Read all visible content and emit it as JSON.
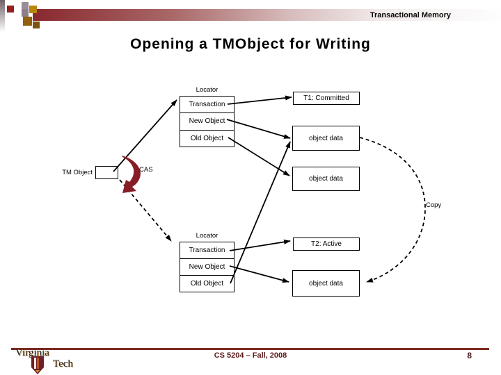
{
  "header": {
    "course_label": "Transactional Memory"
  },
  "title": "Opening a TMObject for Writing",
  "diagram": {
    "locator1": {
      "caption": "Locator",
      "rows": [
        "Transaction",
        "New Object",
        "Old Object"
      ]
    },
    "locator2": {
      "caption": "Locator",
      "rows": [
        "Transaction",
        "New Object",
        "Old Object"
      ]
    },
    "tm_object_label": "TM Object",
    "cas_label": "CAS",
    "copy_label": "Copy",
    "t1_box": "T1: Committed",
    "t2_box": "T2: Active",
    "object_data_1": "object data",
    "object_data_2": "object data",
    "object_data_3": "object data"
  },
  "footer": {
    "course": "CS 5204 – Fall, 2008",
    "page_number": "8",
    "logo_line1": "Virginia",
    "logo_line2": "Tech"
  },
  "colors": {
    "header_bar_maroon": "#88282e",
    "cas_arrow_maroon": "#871d26",
    "footer_line_maroon": "#7c2b22",
    "footer_text_maroon": "#5c191c",
    "square_gold": "#b8860b",
    "square_red": "#961f21"
  }
}
